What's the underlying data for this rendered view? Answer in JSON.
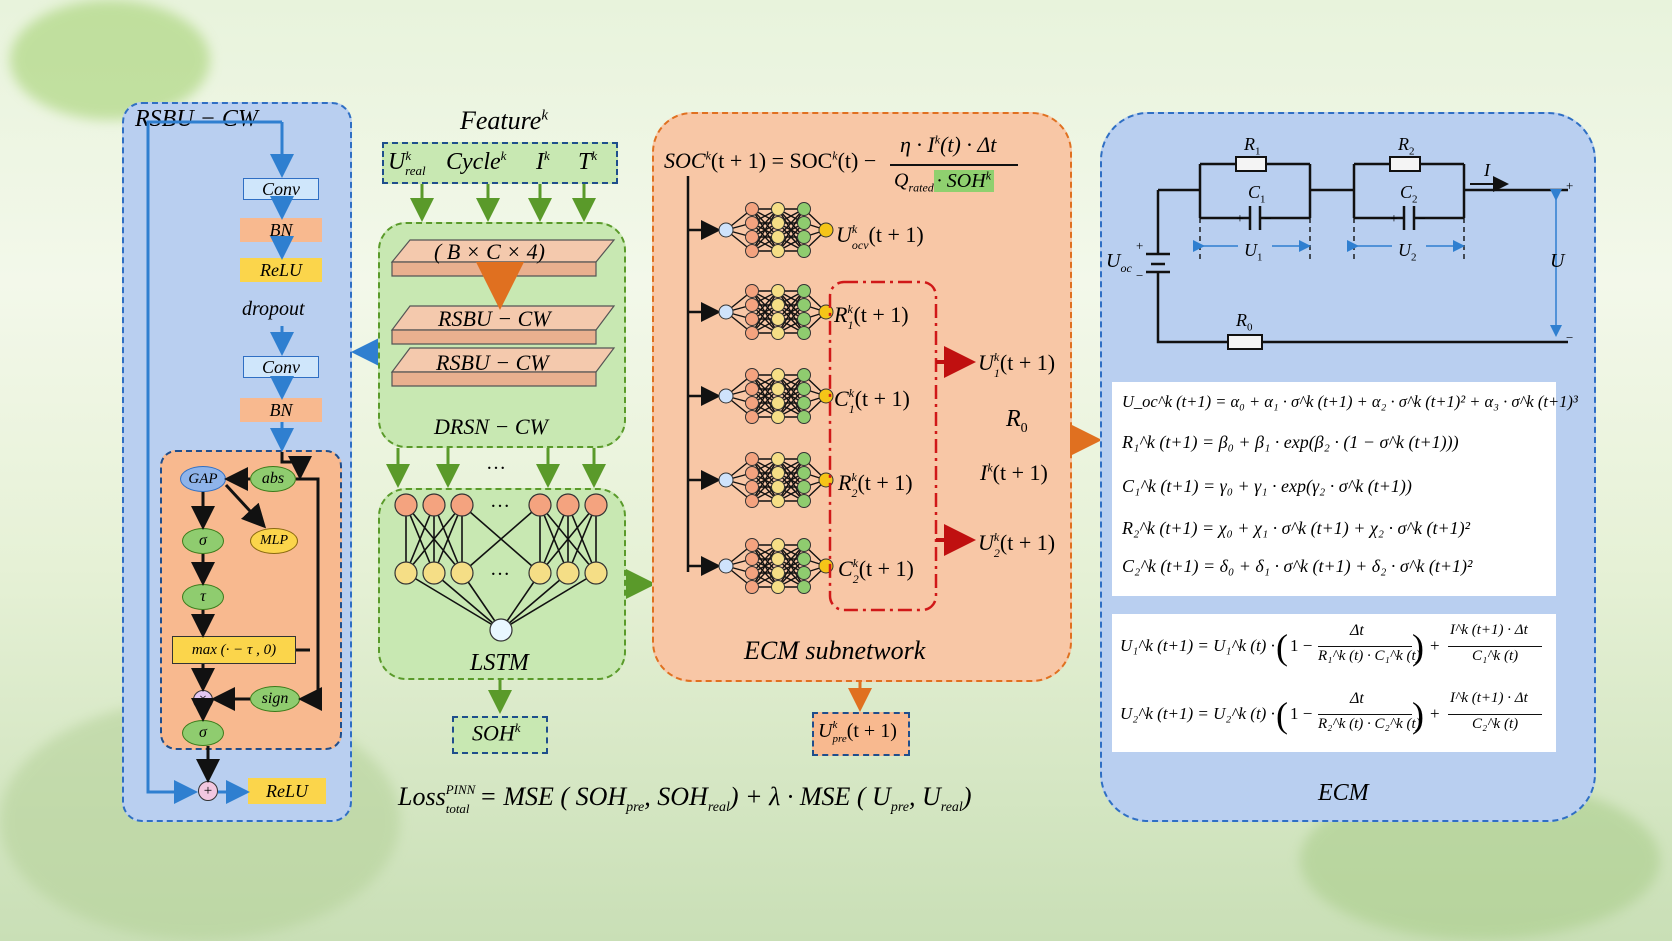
{
  "rsbu": {
    "title": "RSBU − CW",
    "conv1": "Conv",
    "bn1": "BN",
    "relu1": "ReLU",
    "dropout": "dropout",
    "conv2": "Conv",
    "bn2": "BN",
    "gap": "GAP",
    "abs": "abs",
    "sigma1": "σ",
    "mlp": "MLP",
    "tau": "τ",
    "max": "max (· − τ , 0)",
    "times": "×",
    "sign": "sign",
    "sigma2": "σ",
    "plus": "+",
    "relu2": "ReLU"
  },
  "feature": {
    "title": "Feature",
    "title_sup": "k",
    "inputs": [
      "U",
      "Cycle",
      "I",
      "T"
    ],
    "input_sub_0": "real",
    "input_sup": "k"
  },
  "drsn": {
    "dims": "( B × C × 4)",
    "block1": "RSBU − CW",
    "block2": "RSBU − CW",
    "label": "DRSN − CW",
    "dots": "…"
  },
  "lstm": {
    "label": "LSTM",
    "dots_top": "…",
    "dots_bottom": "…",
    "output": "SOH",
    "output_sup": "k"
  },
  "loss": {
    "text": "Loss",
    "sup": "PINN",
    "sub": "total",
    "rhs": "= MSE ( SOH",
    "pre1": "pre",
    "sep1": ", SOH",
    "real1": "real",
    "mid": ") + λ · MSE ( U",
    "pre2": "pre",
    "sep2": ", U",
    "real2": "real",
    "end": ")"
  },
  "ecm_sub": {
    "soc_eq_left": "SOC",
    "soc_eq_mid": "(t + 1) = SOC",
    "soc_eq_right": "(t) −",
    "soc_num": "η · I",
    "soc_num_tail": "(t) · Δt",
    "soc_den": "Q",
    "soc_den_sub": "rated",
    "soc_den_tail": "· SOH",
    "sup_k": "k",
    "outputs": [
      {
        "base": "U",
        "sub": "ocv",
        "tail": "(t + 1)"
      },
      {
        "base": "R",
        "sub": "1",
        "tail": "(t + 1)"
      },
      {
        "base": "C",
        "sub": "1",
        "tail": "(t + 1)"
      },
      {
        "base": "R",
        "sub": "2",
        "tail": "(t + 1)"
      },
      {
        "base": "C",
        "sub": "2",
        "tail": "(t + 1)"
      }
    ],
    "u1": "U",
    "u1_sub": "1",
    "u1_tail": "(t + 1)",
    "r0": "R",
    "r0_sub": "0",
    "ik": "I",
    "ik_tail": "(t + 1)",
    "u2": "U",
    "u2_sub": "2",
    "u2_tail": "(t + 1)",
    "label": "ECM subnetwork",
    "upre": "U",
    "upre_sub": "pre",
    "upre_tail": "(t + 1)"
  },
  "ecm": {
    "r1": "R",
    "r1_sub": "1",
    "r2": "R",
    "r2_sub": "2",
    "c1": "C",
    "c1_sub": "1",
    "c2": "C",
    "c2_sub": "2",
    "i": "I",
    "uoc": "U",
    "uoc_sub": "oc",
    "u1": "U",
    "u1_sub": "1",
    "u2": "U",
    "u2_sub": "2",
    "u": "U",
    "r0": "R",
    "r0_sub": "0",
    "plus": "+",
    "minus": "−",
    "equations": [
      "U_oc^k (t+1) = α₀ + α₁ · σ^k (t+1) + α₂ · σ^k (t+1)² + α₃ · σ^k (t+1)³",
      "R₁^k (t+1) = β₀ + β₁ · exp(β₂ · (1 − σ^k (t+1)))",
      "C₁^k (t+1) = γ₀ + γ₁ · exp(γ₂ · σ^k (t+1))",
      "R₂^k (t+1) = χ₀ + χ₁ · σ^k (t+1) + χ₂ · σ^k (t+1)²",
      "C₂^k (t+1) = δ₀ + δ₁ · σ^k (t+1) + δ₂ · σ^k (t+1)²"
    ],
    "update_eqs": [
      {
        "lhs": "U₁^k (t+1) = U₁^k (t) ·",
        "num": "Δt",
        "den": "R₁^k (t) · C₁^k (t)",
        "num2": "I^k (t+1) · Δt",
        "den2": "C₁^k (t)"
      },
      {
        "lhs": "U₂^k (t+1) = U₂^k (t) ·",
        "num": "Δt",
        "den": "R₂^k (t) · C₂^k (t)",
        "num2": "I^k (t+1) · Δt",
        "den2": "C₂^k (t)"
      }
    ],
    "one_minus": "1 −",
    "plus_sign": "+",
    "label": "ECM"
  },
  "colors": {
    "blue_panel": "#b9cff0",
    "blue_border": "#2f6fc4",
    "green_panel": "#c8e8b2",
    "green_border": "#5a9a2a",
    "orange_panel": "#f8c7a6",
    "orange_border": "#e07020",
    "red_dash": "#d01818"
  }
}
